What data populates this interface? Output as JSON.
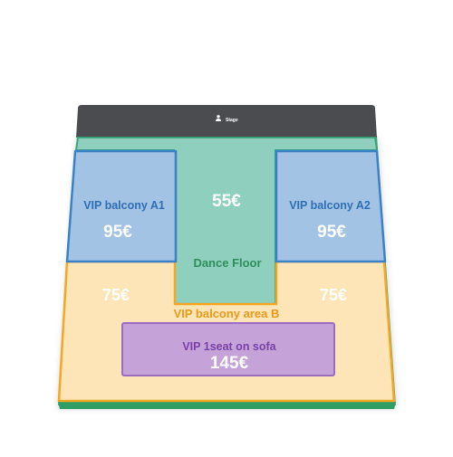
{
  "stage": {
    "label": "Stage",
    "icon": "person-icon"
  },
  "sections": {
    "dance_floor": {
      "name": "Dance Floor",
      "price": "55€",
      "color": "#8ecfbd",
      "border": "#3aa57a"
    },
    "vip_balcony_a1": {
      "name": "VIP balcony A1",
      "price": "95€",
      "color": "#a2c3e3",
      "border": "#3a82c7"
    },
    "vip_balcony_a2": {
      "name": "VIP balcony A2",
      "price": "95€",
      "color": "#a2c3e3",
      "border": "#3a82c7"
    },
    "vip_balcony_area_b": {
      "name": "VIP balcony area B",
      "price_left": "75€",
      "price_right": "75€",
      "color": "#fde5b8",
      "border": "#f5a623"
    },
    "vip_sofa": {
      "name": "VIP 1seat on sofa",
      "price": "145€",
      "color": "#c5a3d9",
      "border": "#9c6bc4"
    }
  },
  "colors": {
    "stage": "#4a4c50",
    "base_edge": "#2f9e65"
  }
}
